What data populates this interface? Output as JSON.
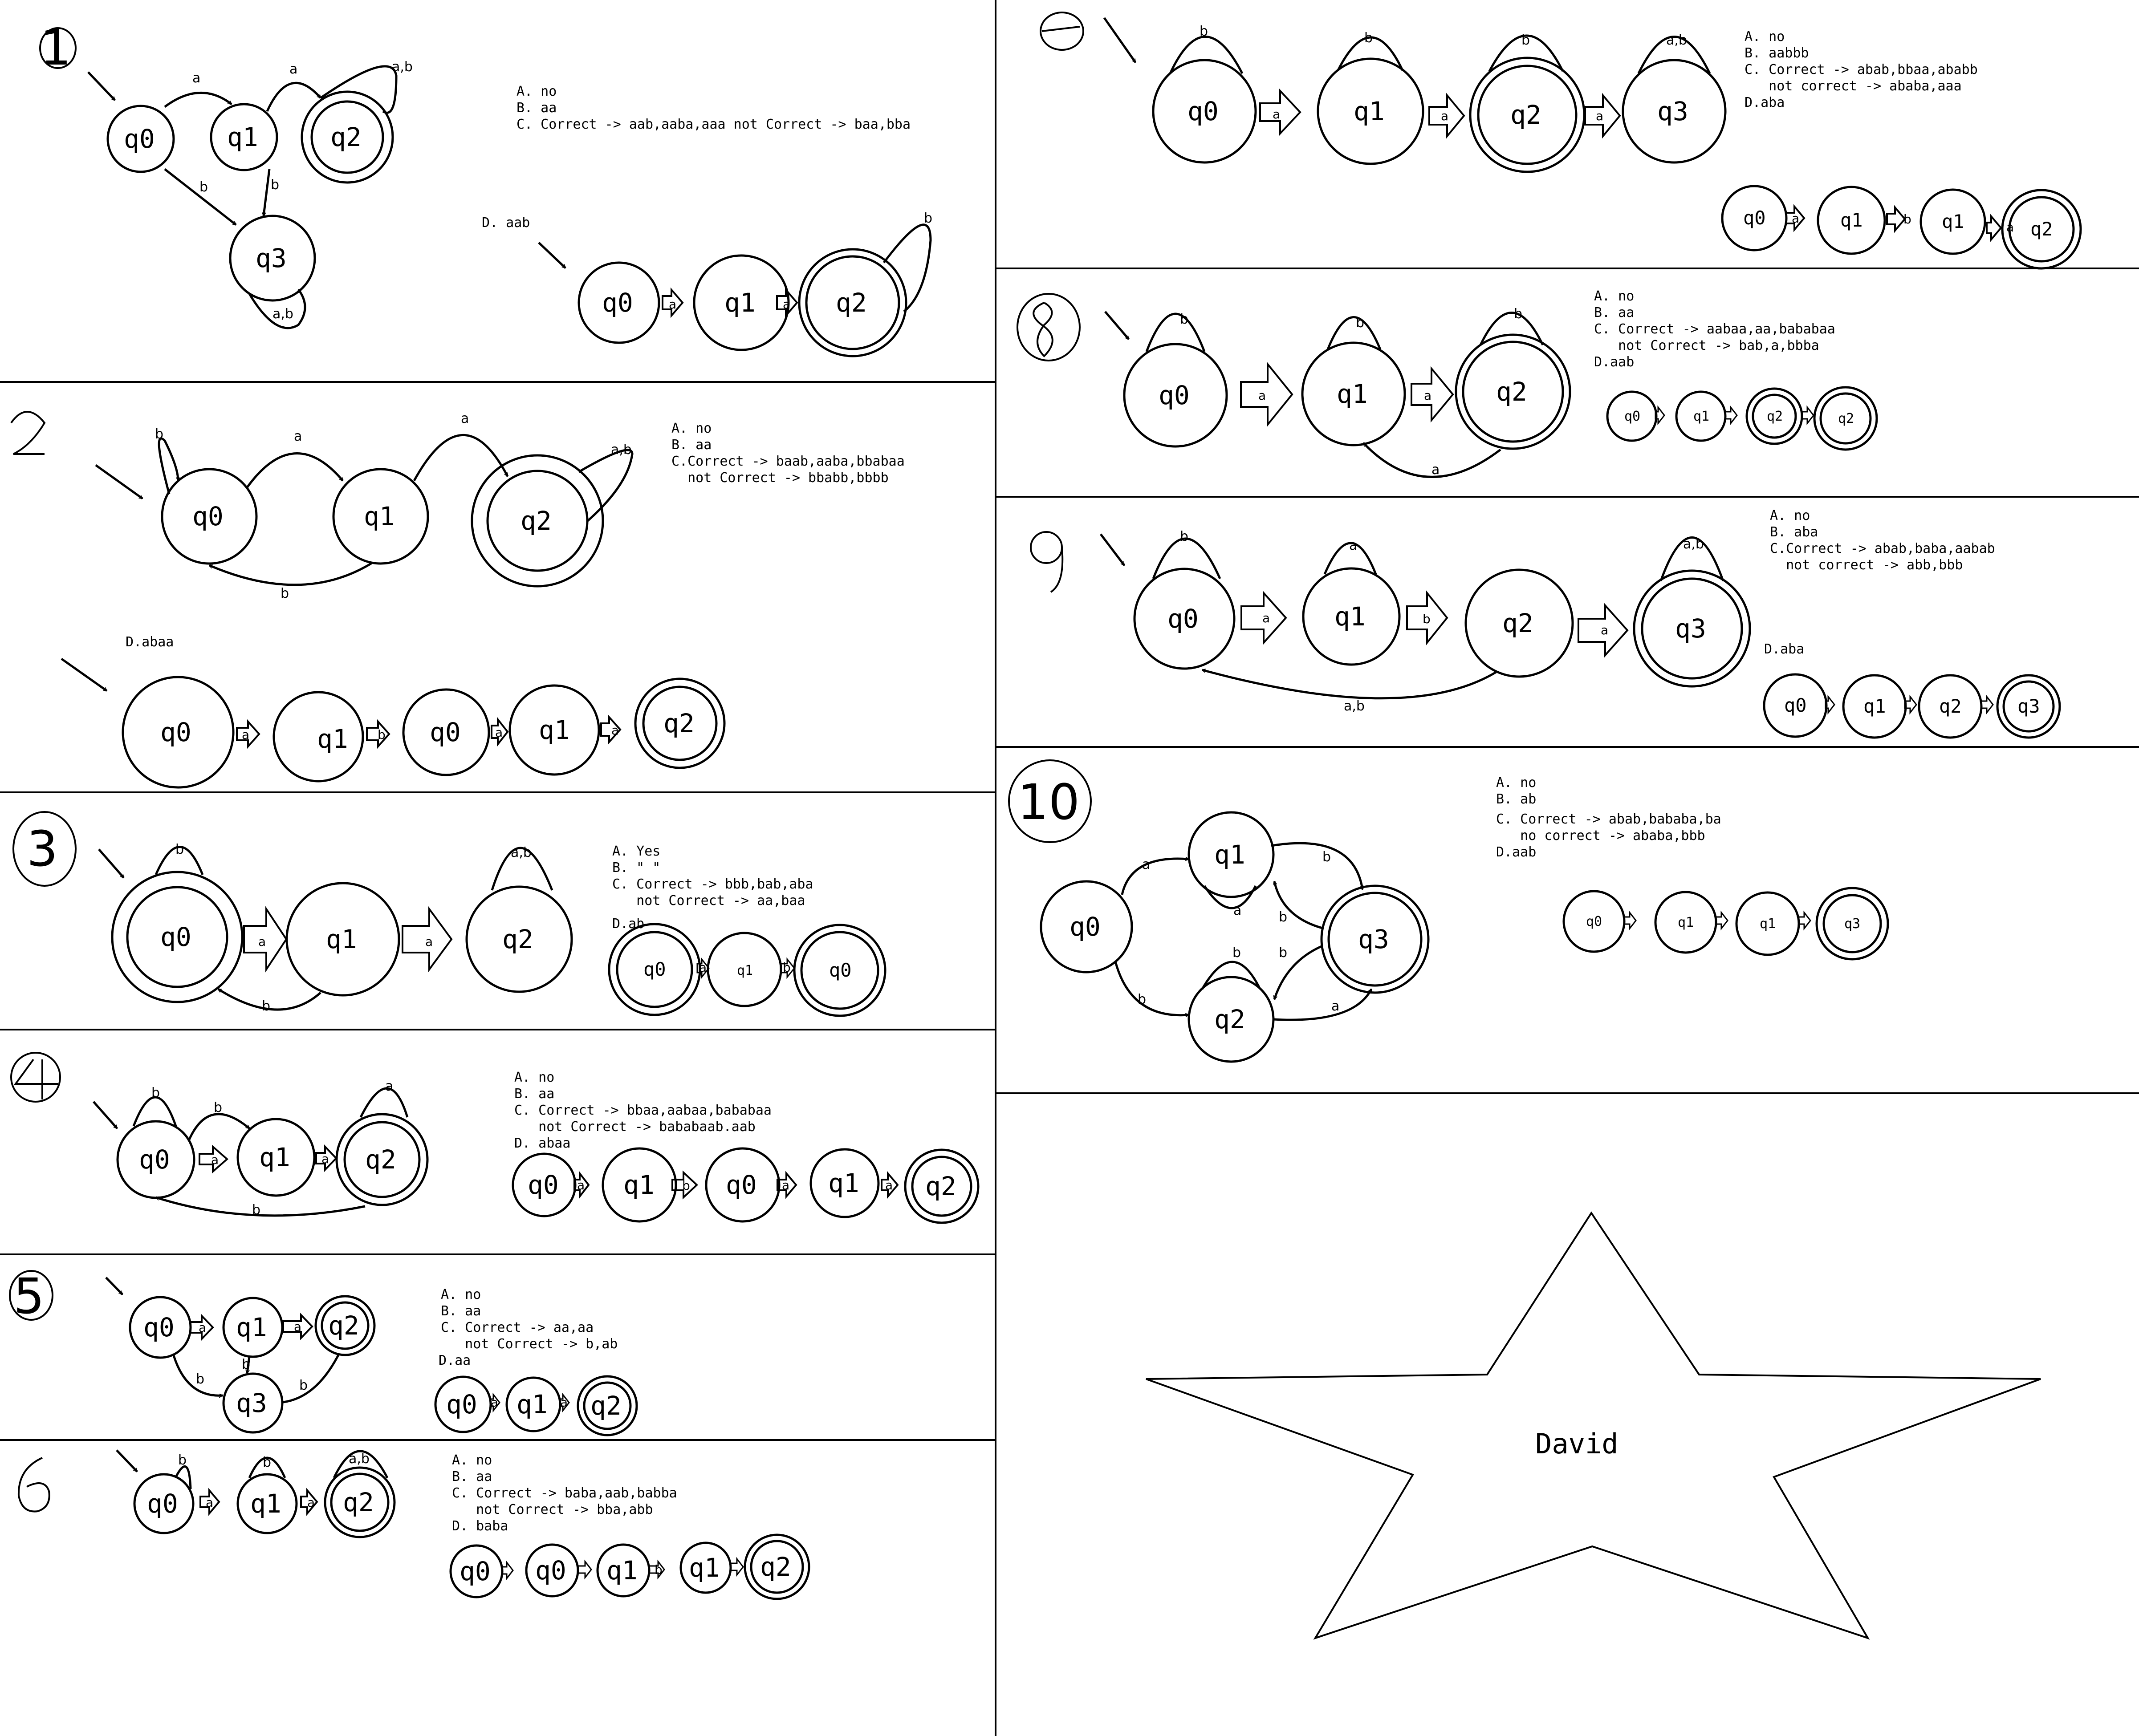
{
  "problems": [
    {
      "number": "1",
      "answers": [
        "A. no",
        "B. aa",
        "C. Correct -> aab,aaba,aaa not Correct -> baa,bba"
      ],
      "d_label": "D.  aab"
    },
    {
      "number": "2",
      "answers": [
        "A. no",
        "B. aa",
        "C.Correct -> baab,aaba,bbabaa",
        "  not Correct -> bbabb,bbbb"
      ],
      "d_label": "D.abaa"
    },
    {
      "number": "3",
      "answers": [
        "A. Yes",
        "B. \" \"",
        "C. Correct -> bbb,bab,aba",
        "   not Correct -> aa,baa"
      ],
      "d_label": "D.ab"
    },
    {
      "number": "4",
      "answers": [
        "A. no",
        "B. aa",
        "C. Correct -> bbaa,aabaa,bababaa",
        "   not Correct -> bababaab.aab",
        "D. abaa"
      ],
      "d_label": ""
    },
    {
      "number": "5",
      "answers": [
        "A. no",
        "B. aa",
        "C. Correct -> aa,aa",
        "   not Correct -> b,ab"
      ],
      "d_label": "D.aa"
    },
    {
      "number": "6",
      "answers": [
        "A. no",
        "B. aa",
        "C. Correct -> baba,aab,babba",
        "   not Correct -> bba,abb",
        "D. baba"
      ],
      "d_label": ""
    },
    {
      "number": "7",
      "answers": [
        "A. no",
        "B. aabbb",
        "C. Correct -> abab,bbaa,ababb",
        "   not correct -> ababa,aaa",
        "D.aba"
      ],
      "d_label": ""
    },
    {
      "number": "8",
      "answers": [
        "A. no",
        "B. aa",
        "C. Correct -> aabaa,aa,bababaa",
        "   not Correct -> bab,a,bbba",
        "D.aab"
      ],
      "d_label": ""
    },
    {
      "number": "9",
      "answers": [
        "A. no",
        "B. aba",
        "C.Correct -> abab,baba,aabab",
        "  not correct -> abb,bbb"
      ],
      "d_label": "D.aba"
    },
    {
      "number": "10",
      "answers": [
        "A. no",
        "B. ab",
        "C. Correct -> abab,bababa,ba",
        "   no correct -> ababa,bbb",
        "D.aab"
      ],
      "d_label": ""
    }
  ],
  "labels": {
    "q0": "q0",
    "q1": "q1",
    "q2": "q2",
    "q3": "q3",
    "a": "a",
    "b": "b",
    "ab": "a,b"
  },
  "star_name": "David"
}
